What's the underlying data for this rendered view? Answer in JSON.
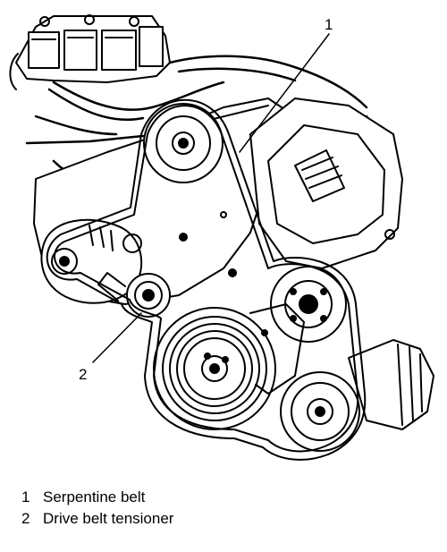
{
  "diagram": {
    "callouts": [
      "1",
      "2"
    ]
  },
  "legend": [
    {
      "number": "1",
      "text": "Serpentine belt"
    },
    {
      "number": "2",
      "text": "Drive belt tensioner"
    }
  ]
}
